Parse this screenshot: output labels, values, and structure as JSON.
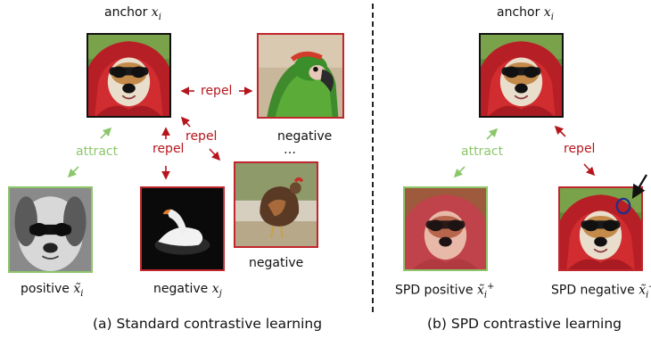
{
  "left": {
    "anchor_label": "anchor",
    "anchor_math": "x",
    "anchor_sub": "i",
    "positive_label": "positive",
    "positive_math": "x̃",
    "positive_sub": "i",
    "negative1_label": "negative",
    "negative1_math": "x",
    "negative1_sub": "j",
    "negative2_label": "negative",
    "negative3_label": "negative",
    "ellipsis": "…",
    "attract": "attract",
    "repel_top": "repel",
    "repel_mid": "repel",
    "repel_diag": "repel",
    "caption": "(a) Standard contrastive learning"
  },
  "right": {
    "anchor_label": "anchor",
    "anchor_math": "x",
    "anchor_sub": "i",
    "positive_label": "SPD positive",
    "positive_math": "x̃",
    "positive_sub": "i",
    "positive_sup": "+",
    "negative_label": "SPD negative",
    "negative_math": "x̃",
    "negative_sub": "i",
    "negative_sup": "-",
    "attract": "attract",
    "repel": "repel",
    "caption": "(b) SPD contrastive learning"
  },
  "colors": {
    "repel": "#b5161d",
    "attract": "#8cc66a",
    "border_anchor": "#111111",
    "border_negative": "#c0272d",
    "border_positive": "#8cc66a"
  }
}
